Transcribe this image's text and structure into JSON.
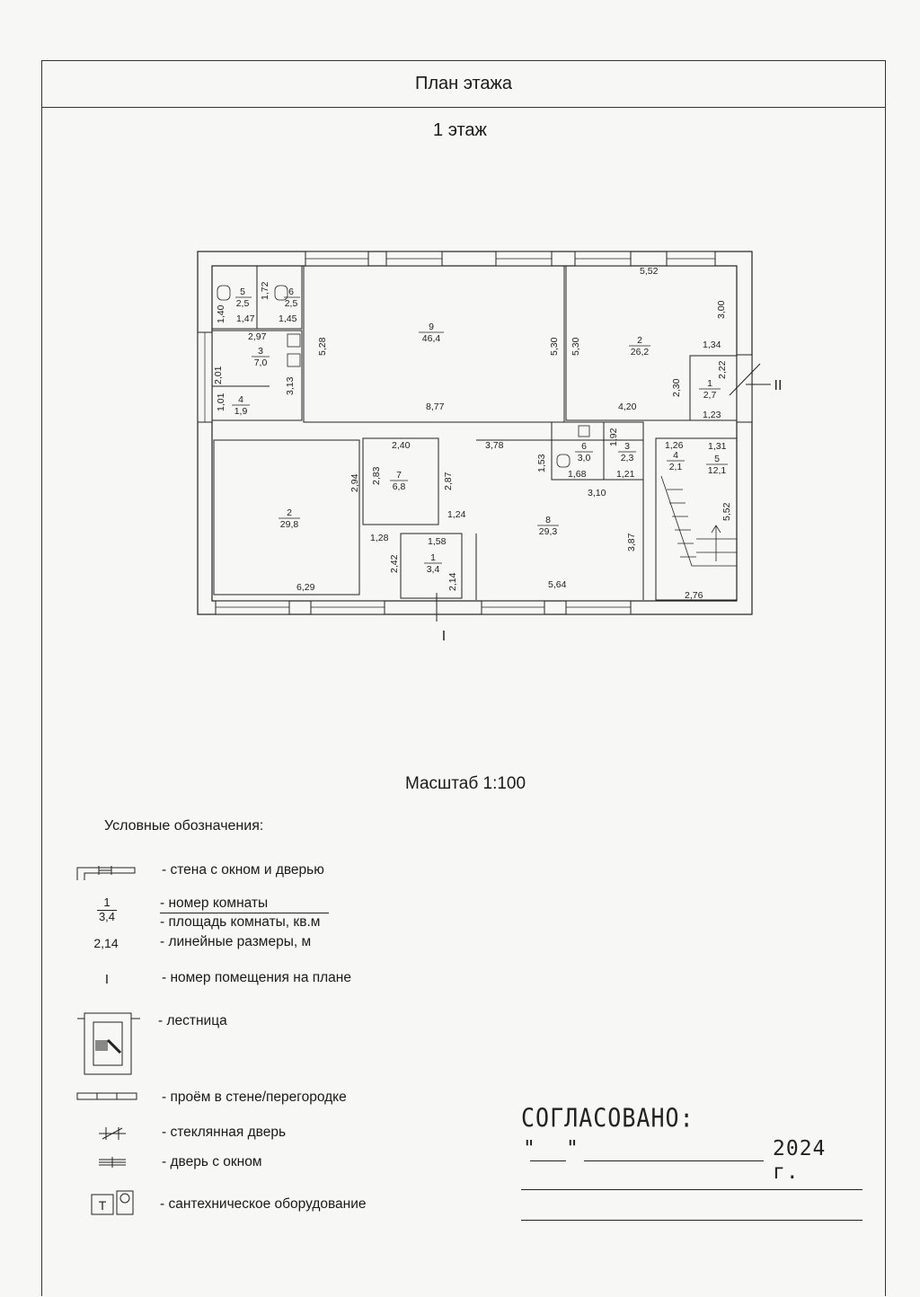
{
  "header": {
    "title": "План этажа"
  },
  "floor": {
    "title": "1 этаж"
  },
  "rooms": [
    {
      "num": "9",
      "area": "46,4"
    },
    {
      "num": "2",
      "area": "26,2"
    },
    {
      "num": "1",
      "area": "2,7"
    },
    {
      "num": "5",
      "area": "2,5"
    },
    {
      "num": "6",
      "area": "2,5"
    },
    {
      "num": "3",
      "area": "7,0"
    },
    {
      "num": "4",
      "area": "1,9"
    },
    {
      "num": "2",
      "area": "29,8"
    },
    {
      "num": "7",
      "area": "6,8"
    },
    {
      "num": "6",
      "area": "3,0"
    },
    {
      "num": "3",
      "area": "2,3"
    },
    {
      "num": "4",
      "area": "2,1"
    },
    {
      "num": "5",
      "area": "12,1"
    },
    {
      "num": "8",
      "area": "29,3"
    },
    {
      "num": "1",
      "area": "3,4"
    }
  ],
  "dims": [
    "5,52",
    "3,00",
    "1,34",
    "2,22",
    "2,30",
    "4,20",
    "1,23",
    "5,28",
    "5,30",
    "5,30",
    "8,77",
    "1,72",
    "1,40",
    "1,47",
    "1,45",
    "2,97",
    "2,01",
    "3,13",
    "1,01",
    "2,40",
    "3,78",
    "1,53",
    "1,92",
    "1,68",
    "1,21",
    "3,10",
    "1,26",
    "1,31",
    "2,94",
    "2,83",
    "2,87",
    "1,24",
    "1,28",
    "1,58",
    "2,42",
    "2,14",
    "6,29",
    "5,64",
    "3,87",
    "5,52",
    "2,76"
  ],
  "sections": [
    "I",
    "II"
  ],
  "scale": "Масштаб 1:100",
  "legend": {
    "title": "Условные обозначения:",
    "items": [
      "- стена с окном и дверью",
      "- номер комнаты",
      "- площадь комнаты, кв.м",
      "- линейные размеры, м",
      "- номер помещения на плане",
      "- лестница",
      "- проём в стене/перегородке",
      "- стеклянная дверь",
      "- дверь с окном",
      "- сантехническое оборудование"
    ],
    "example_num": "1",
    "example_area": "3,4",
    "example_dim": "2,14",
    "example_section": "I",
    "example_fixture": "Т"
  },
  "approval": {
    "title": "СОГЛАСОВАНО:",
    "date_quote_open": "\"",
    "date_quote_close": "\"",
    "year": "2024 г."
  }
}
